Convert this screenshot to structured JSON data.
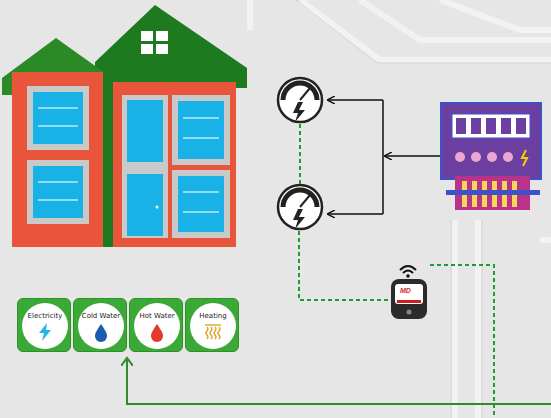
{
  "diagram": {
    "nodes": [
      {
        "text": [
          "Electricity"
        ]
      },
      {
        "text": [
          "Cold Water"
        ]
      },
      {
        "text": [
          "Hot Water"
        ]
      },
      {
        "text": [
          "Heating"
        ]
      }
    ],
    "labels": [
      "MD"
    ]
  }
}
